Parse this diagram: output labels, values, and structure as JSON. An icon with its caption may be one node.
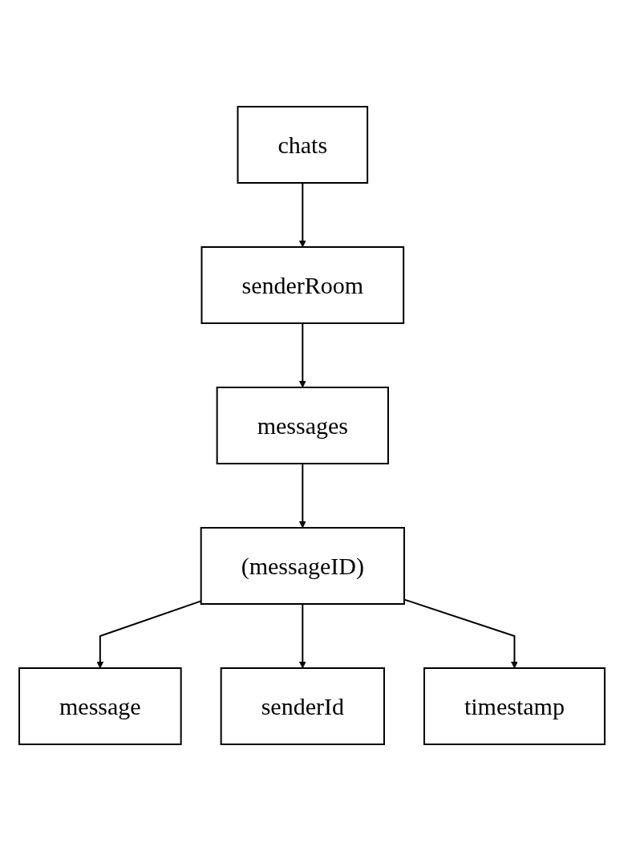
{
  "diagram": {
    "nodes": [
      {
        "text": [
          "chats"
        ]
      },
      {
        "text": [
          "senderRoom"
        ]
      },
      {
        "text": [
          "messages"
        ]
      },
      {
        "text": [
          "(messageID)"
        ]
      },
      {
        "text": [
          "message"
        ]
      },
      {
        "text": [
          "senderId"
        ]
      },
      {
        "text": [
          "timestamp"
        ]
      }
    ],
    "edges": [
      {
        "from": 0,
        "to": 1,
        "arrow": "to"
      },
      {
        "from": 1,
        "to": 2,
        "arrow": "to"
      },
      {
        "from": 2,
        "to": 3,
        "arrow": "to"
      },
      {
        "from": 3,
        "to": 4,
        "arrow": "to"
      },
      {
        "from": 3,
        "to": 5,
        "arrow": "to"
      },
      {
        "from": 3,
        "to": 6,
        "arrow": "to"
      }
    ]
  }
}
